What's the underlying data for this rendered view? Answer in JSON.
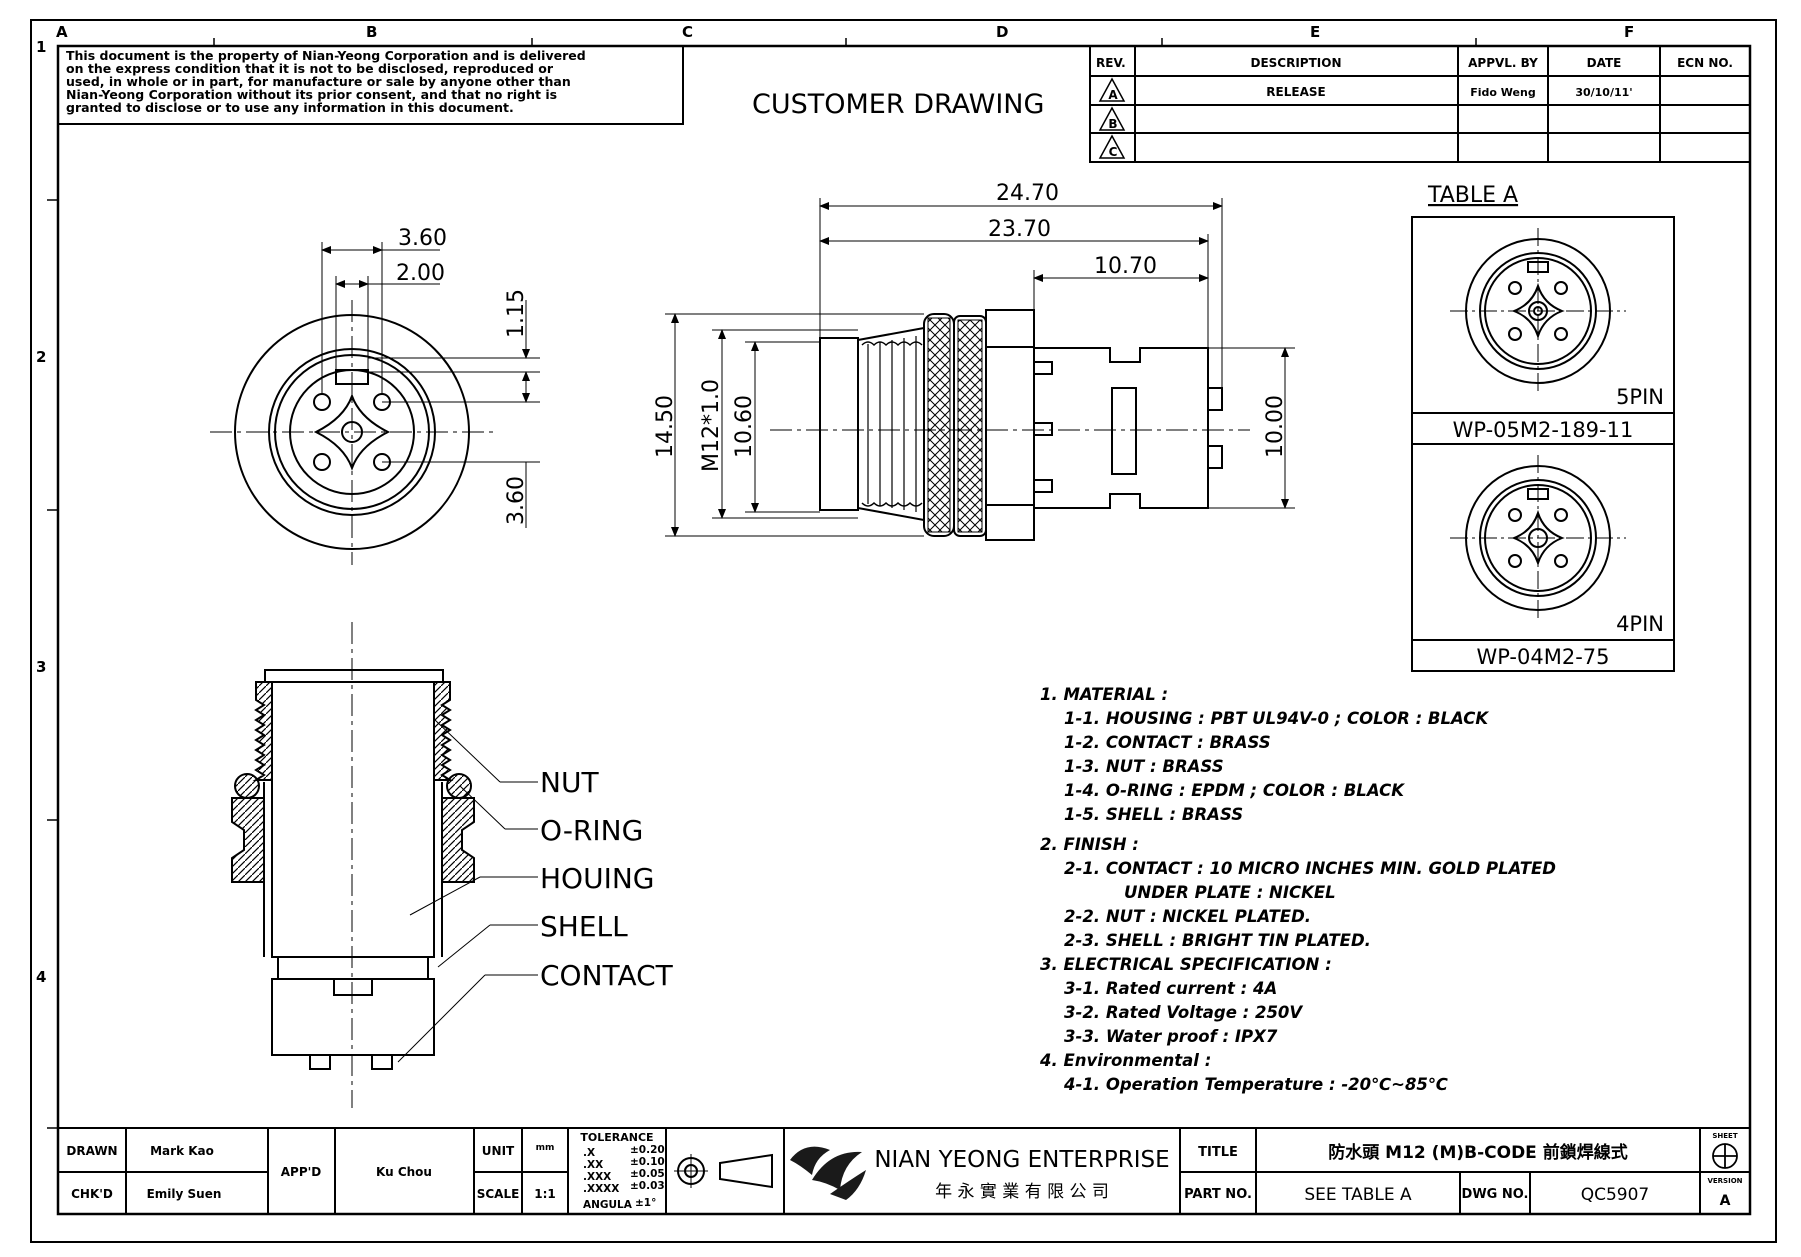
{
  "frame": {
    "col_letters": [
      "A",
      "B",
      "C",
      "D",
      "E",
      "F"
    ],
    "row_numbers": [
      "1",
      "2",
      "3",
      "4"
    ]
  },
  "notice": [
    "This document is the property of Nian-Yeong Corporation and is delivered",
    "on  the  express condition that it is not to be disclosed, reproduced or",
    "used, in whole or in part, for manufacture or sale by anyone other than",
    "Nian-Yeong Corporation without  its prior consent, and that  no right  is",
    "granted to disclose or to use any information in this  document."
  ],
  "drawing_title": "CUSTOMER  DRAWING",
  "revision_table": {
    "headers": [
      "REV.",
      "DESCRIPTION",
      "APPVL. BY",
      "DATE",
      "ECN NO."
    ],
    "rows": [
      {
        "rev": "A",
        "description": "RELEASE",
        "appvl": "Fido Weng",
        "date": "30/10/11'",
        "ecn": ""
      },
      {
        "rev": "B",
        "description": "",
        "appvl": "",
        "date": "",
        "ecn": ""
      },
      {
        "rev": "C",
        "description": "",
        "appvl": "",
        "date": "",
        "ecn": ""
      }
    ]
  },
  "front_view": {
    "dims": {
      "d1": "3.60",
      "d2": "2.00",
      "d3": "1.15",
      "d4": "3.60"
    }
  },
  "side_view": {
    "dims": {
      "l1": "24.70",
      "l2": "23.70",
      "l3": "10.70",
      "h1": "14.50",
      "thread": "M12*1.0",
      "h2": "10.60",
      "h3": "10.00"
    }
  },
  "table_a": {
    "title": "TABLE  A",
    "variants": [
      {
        "pins": "5PIN",
        "part": "WP-05M2-189-11"
      },
      {
        "pins": "4PIN",
        "part": "WP-04M2-75"
      }
    ]
  },
  "section_labels": [
    "NUT",
    "O-RING",
    "HOUING",
    "SHELL",
    "CONTACT"
  ],
  "spec": [
    {
      "indent": 0,
      "text": "1.  MATERIAL  :"
    },
    {
      "indent": 1,
      "text": "1-1.  HOUSING  :  PBT  UL94V-0  ;  COLOR  :  BLACK"
    },
    {
      "indent": 1,
      "text": "1-2.  CONTACT  :  BRASS"
    },
    {
      "indent": 1,
      "text": "1-3.  NUT  :  BRASS"
    },
    {
      "indent": 1,
      "text": "1-4.  O-RING  :  EPDM  ;  COLOR  :  BLACK"
    },
    {
      "indent": 1,
      "text": "1-5.  SHELL  :  BRASS"
    },
    {
      "indent": 0,
      "text": "2.  FINISH  :"
    },
    {
      "indent": 1,
      "text": "2-1.  CONTACT  :  10  MICRO  INCHES  MIN.  GOLD  PLATED"
    },
    {
      "indent": 2,
      "text": "UNDER  PLATE  :  NICKEL"
    },
    {
      "indent": 1,
      "text": "2-2.  NUT  :  NICKEL  PLATED."
    },
    {
      "indent": 1,
      "text": "2-3.  SHELL  :  BRIGHT  TIN  PLATED."
    },
    {
      "indent": 0,
      "text": "3.  ELECTRICAL  SPECIFICATION  :"
    },
    {
      "indent": 1,
      "text": "3-1.  Rated  current  :  4A"
    },
    {
      "indent": 1,
      "text": "3-2.  Rated  Voltage  :  250V"
    },
    {
      "indent": 1,
      "text": "3-3.  Water  proof  :  IPX7"
    },
    {
      "indent": 0,
      "text": "4.  Environmental  :"
    },
    {
      "indent": 1,
      "text": "4-1.  Operation  Temperature  :  -20℃~85℃"
    }
  ],
  "title_block": {
    "drawn_label": "DRAWN",
    "drawn_name": "Mark Kao",
    "chkd_label": "CHK'D",
    "chkd_name": "Emily Suen",
    "appd_label": "APP'D",
    "appd_name": "Ku Chou",
    "unit_label": "UNIT",
    "unit_value": "mm",
    "scale_label": "SCALE",
    "scale_value": "1:1",
    "tolerance_label": "TOLERANCE",
    "tolerances": [
      {
        "k": ".X",
        "v": "±0.20"
      },
      {
        "k": ".XX",
        "v": "±0.10"
      },
      {
        "k": ".XXX",
        "v": "±0.05"
      },
      {
        "k": ".XXXX",
        "v": "±0.03"
      },
      {
        "k": "ANGULA",
        "v": "±1°"
      }
    ],
    "company_en": "NIAN YEONG ENTERPRISE",
    "company_zh": "年 永 實 業 有 限 公 司",
    "title_label": "TITLE",
    "title_value": "防水頭  M12  (M)B-CODE  前鎖焊線式",
    "partno_label": "PART NO.",
    "partno_value": "SEE  TABLE  A",
    "dwgno_label": "DWG NO.",
    "dwgno_value": "QC5907",
    "sheet_label": "SHEET",
    "version_label": "VERSION",
    "version_value": "A"
  }
}
